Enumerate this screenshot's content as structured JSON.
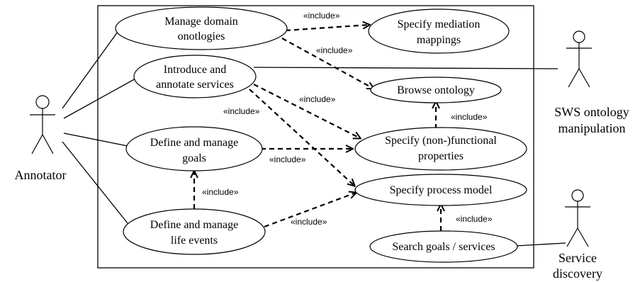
{
  "actors": {
    "annotator": "Annotator",
    "sws_line1": "SWS ontology",
    "sws_line2": "manipulation",
    "service_line1": "Service",
    "service_line2": "discovery"
  },
  "use_cases": {
    "manage_domain_1": "Manage domain",
    "manage_domain_2": "onotlogies",
    "introduce_1": "Introduce and",
    "introduce_2": "annotate services",
    "define_goals_1": "Define and manage",
    "define_goals_2": "goals",
    "define_life_1": "Define and manage",
    "define_life_2": "life events",
    "mediation_1": "Specify mediation",
    "mediation_2": "mappings",
    "browse": "Browse ontology",
    "nonfunc_1": "Specify (non-)functional",
    "nonfunc_2": "properties",
    "process": "Specify process model",
    "search": "Search goals / services"
  },
  "include_label": "«include»"
}
